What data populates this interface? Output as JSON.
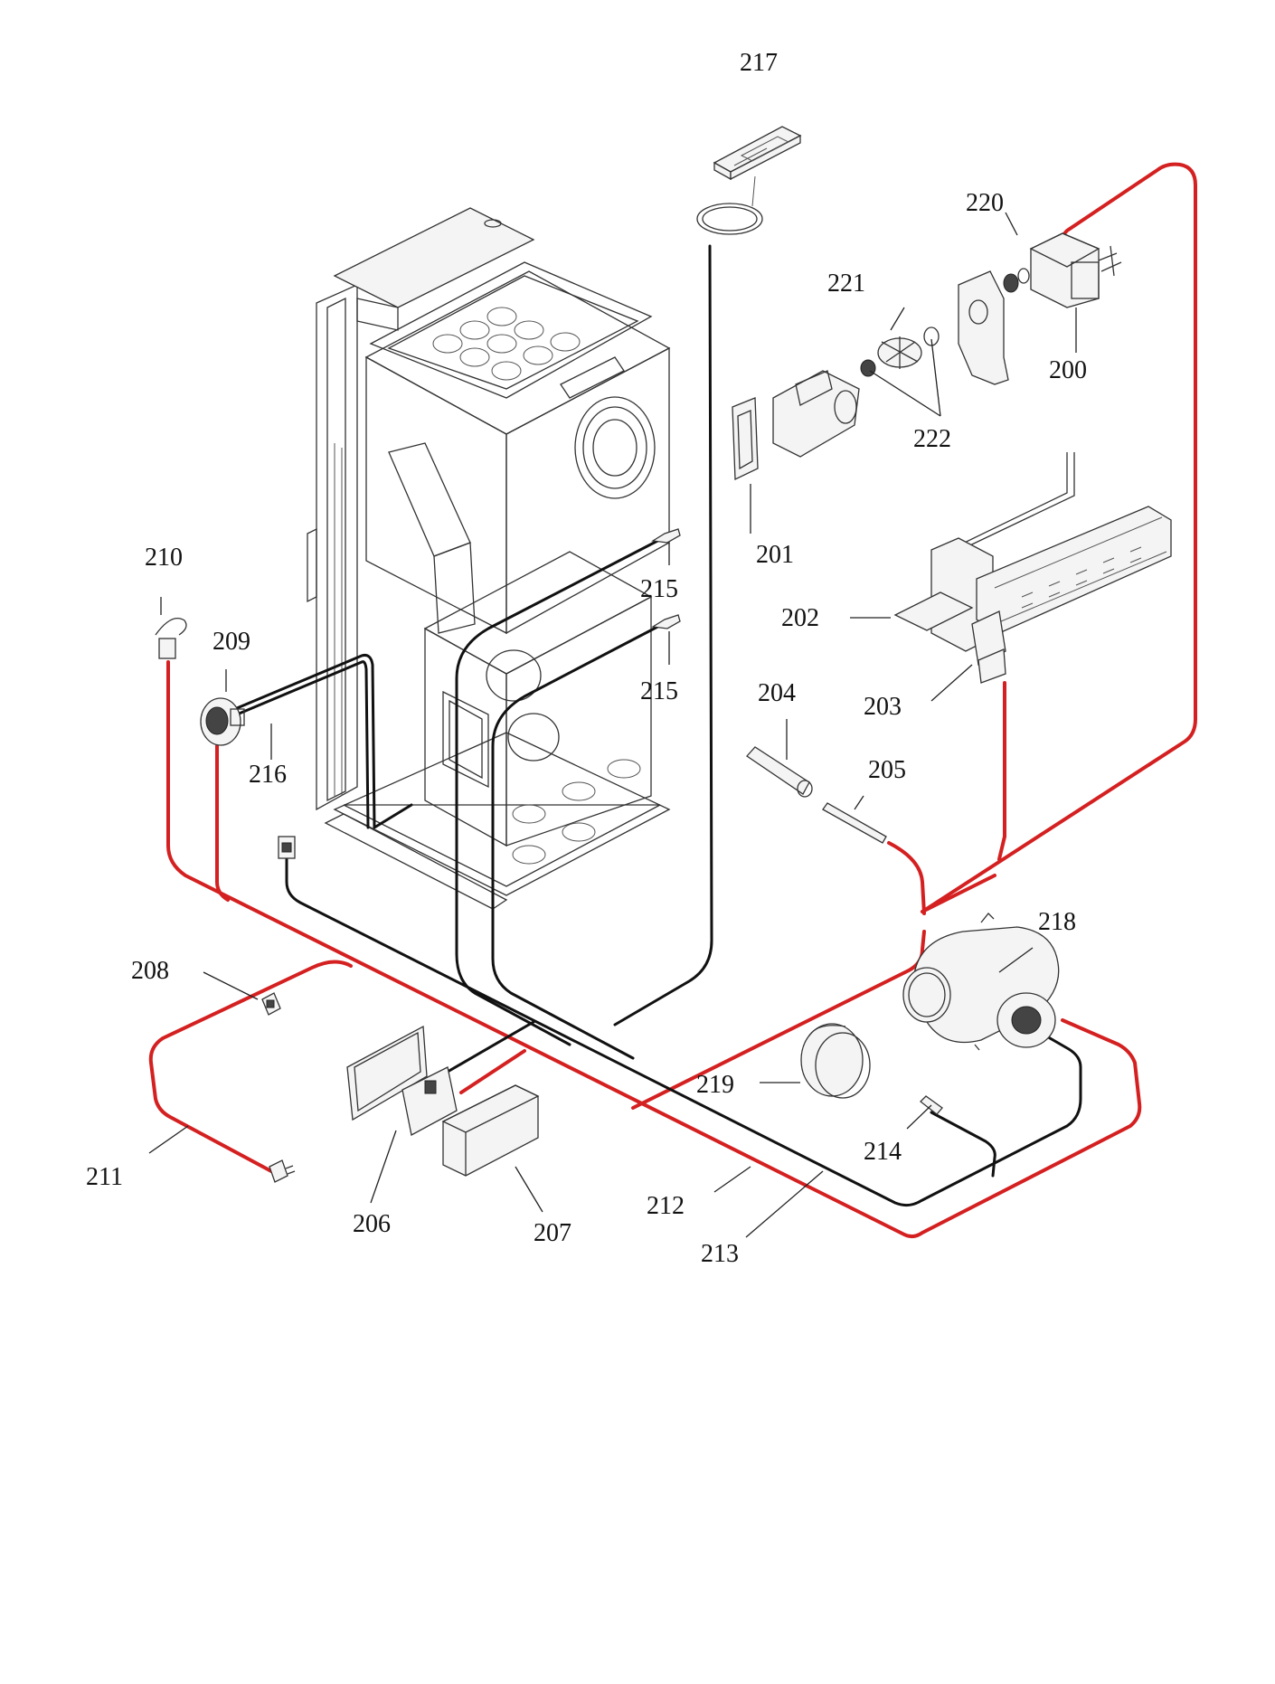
{
  "colors": {
    "red_wire": "#d42020",
    "black_wire": "#111111",
    "outline": "#333333"
  },
  "labels": {
    "p200": "200",
    "p201": "201",
    "p202": "202",
    "p203": "203",
    "p204": "204",
    "p205": "205",
    "p206": "206",
    "p207": "207",
    "p208": "208",
    "p209": "209",
    "p210": "210",
    "p211": "211",
    "p212": "212",
    "p213": "213",
    "p214": "214",
    "p215a": "215",
    "p215b": "215",
    "p216": "216",
    "p217": "217",
    "p218": "218",
    "p219": "219",
    "p220": "220",
    "p221": "221",
    "p222": "222"
  }
}
